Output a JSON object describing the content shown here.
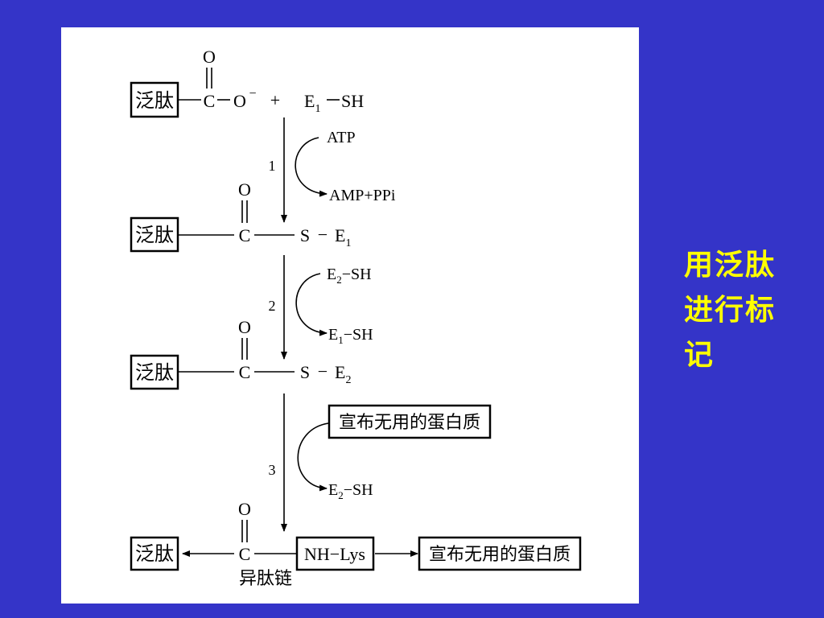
{
  "side_title": "用泛肽进行标记",
  "diagram": {
    "ubiquitin": "泛肽",
    "oxygen": "O",
    "carbon": "C",
    "sulfur": "S",
    "carboxylate_o": "O",
    "superscript_minus": "−",
    "plus": "+",
    "e1_sh_e": "E",
    "e1_sh_sub": "1",
    "e1_sh_rest": "SH",
    "step1": "1",
    "step2": "2",
    "step3": "3",
    "atp": "ATP",
    "amp_ppi": "AMP+PPi",
    "e_letter": "E",
    "sub1": "1",
    "sub2": "2",
    "sh": "SH",
    "dash": "−",
    "tag_label": "宣布无用的蛋白质",
    "nh_lys": "NH−Lys",
    "isopeptide": "异肽链"
  }
}
